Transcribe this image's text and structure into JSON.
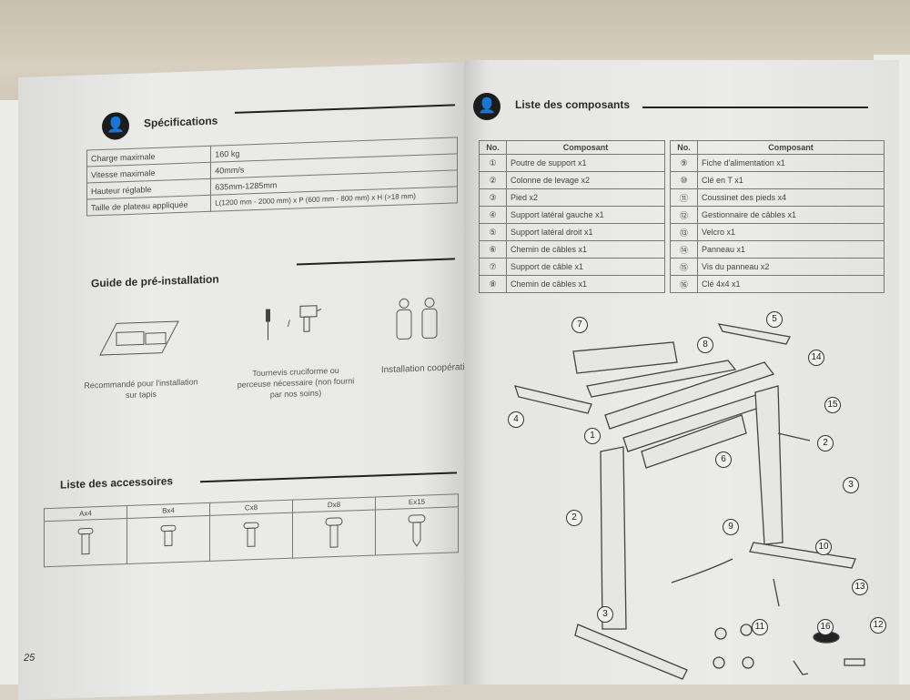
{
  "left_page": {
    "specs": {
      "title": "Spécifications",
      "rows": [
        {
          "label": "Charge maximale",
          "value": "160 kg"
        },
        {
          "label": "Vitesse maximale",
          "value": "40mm/s"
        },
        {
          "label": "Hauteur réglable",
          "value": "635mm-1285mm"
        },
        {
          "label": "Taille de plateau appliquée",
          "value": "L(1200 mm - 2000 mm) x P (600 mm - 800 mm) x H (>18 mm)"
        }
      ]
    },
    "preinstall": {
      "title": "Guide de pré-installation",
      "items": [
        {
          "caption": "Recommandé pour l'installation sur tapis"
        },
        {
          "caption": "Tournevis cruciforme ou perceuse nécessaire (non fourni par nos soins)",
          "separator": "/"
        },
        {
          "caption": "Installation coopérative"
        }
      ]
    },
    "accessories": {
      "title": "Liste des accessoires",
      "items": [
        "Ax4",
        "Bx4",
        "Cx8",
        "Dx8",
        "Ex15"
      ]
    },
    "page_number": "25"
  },
  "right_page": {
    "title": "Liste des composants",
    "col_no": "No.",
    "col_comp": "Composant",
    "left_list": [
      {
        "no": "①",
        "name": "Poutre de support x1"
      },
      {
        "no": "②",
        "name": "Colonne de levage x2"
      },
      {
        "no": "③",
        "name": "Pied x2"
      },
      {
        "no": "④",
        "name": "Support latéral gauche x1"
      },
      {
        "no": "⑤",
        "name": "Support latéral droit x1"
      },
      {
        "no": "⑥",
        "name": "Chemin de câbles x1"
      },
      {
        "no": "⑦",
        "name": "Support de câble x1"
      },
      {
        "no": "⑧",
        "name": "Chemin de câbles x1"
      }
    ],
    "right_list": [
      {
        "no": "⑨",
        "name": "Fiche d'alimentation x1"
      },
      {
        "no": "⑩",
        "name": "Clé en T x1"
      },
      {
        "no": "⑪",
        "name": "Coussinet des pieds x4"
      },
      {
        "no": "⑫",
        "name": "Gestionnaire de câbles x1"
      },
      {
        "no": "⑬",
        "name": "Velcro x1"
      },
      {
        "no": "⑭",
        "name": "Panneau x1"
      },
      {
        "no": "⑮",
        "name": "Vis du panneau x2"
      },
      {
        "no": "⑯",
        "name": "Clé 4x4 x1"
      }
    ],
    "diagram_labels": {
      "c1": "1",
      "c2a": "2",
      "c2b": "2",
      "c3a": "3",
      "c3b": "3",
      "c4": "4",
      "c5": "5",
      "c6": "6",
      "c7": "7",
      "c8": "8",
      "c9": "9",
      "c10": "10",
      "c11": "11",
      "c12": "12",
      "c13": "13",
      "c14": "14",
      "c15": "15",
      "c16": "16"
    }
  }
}
